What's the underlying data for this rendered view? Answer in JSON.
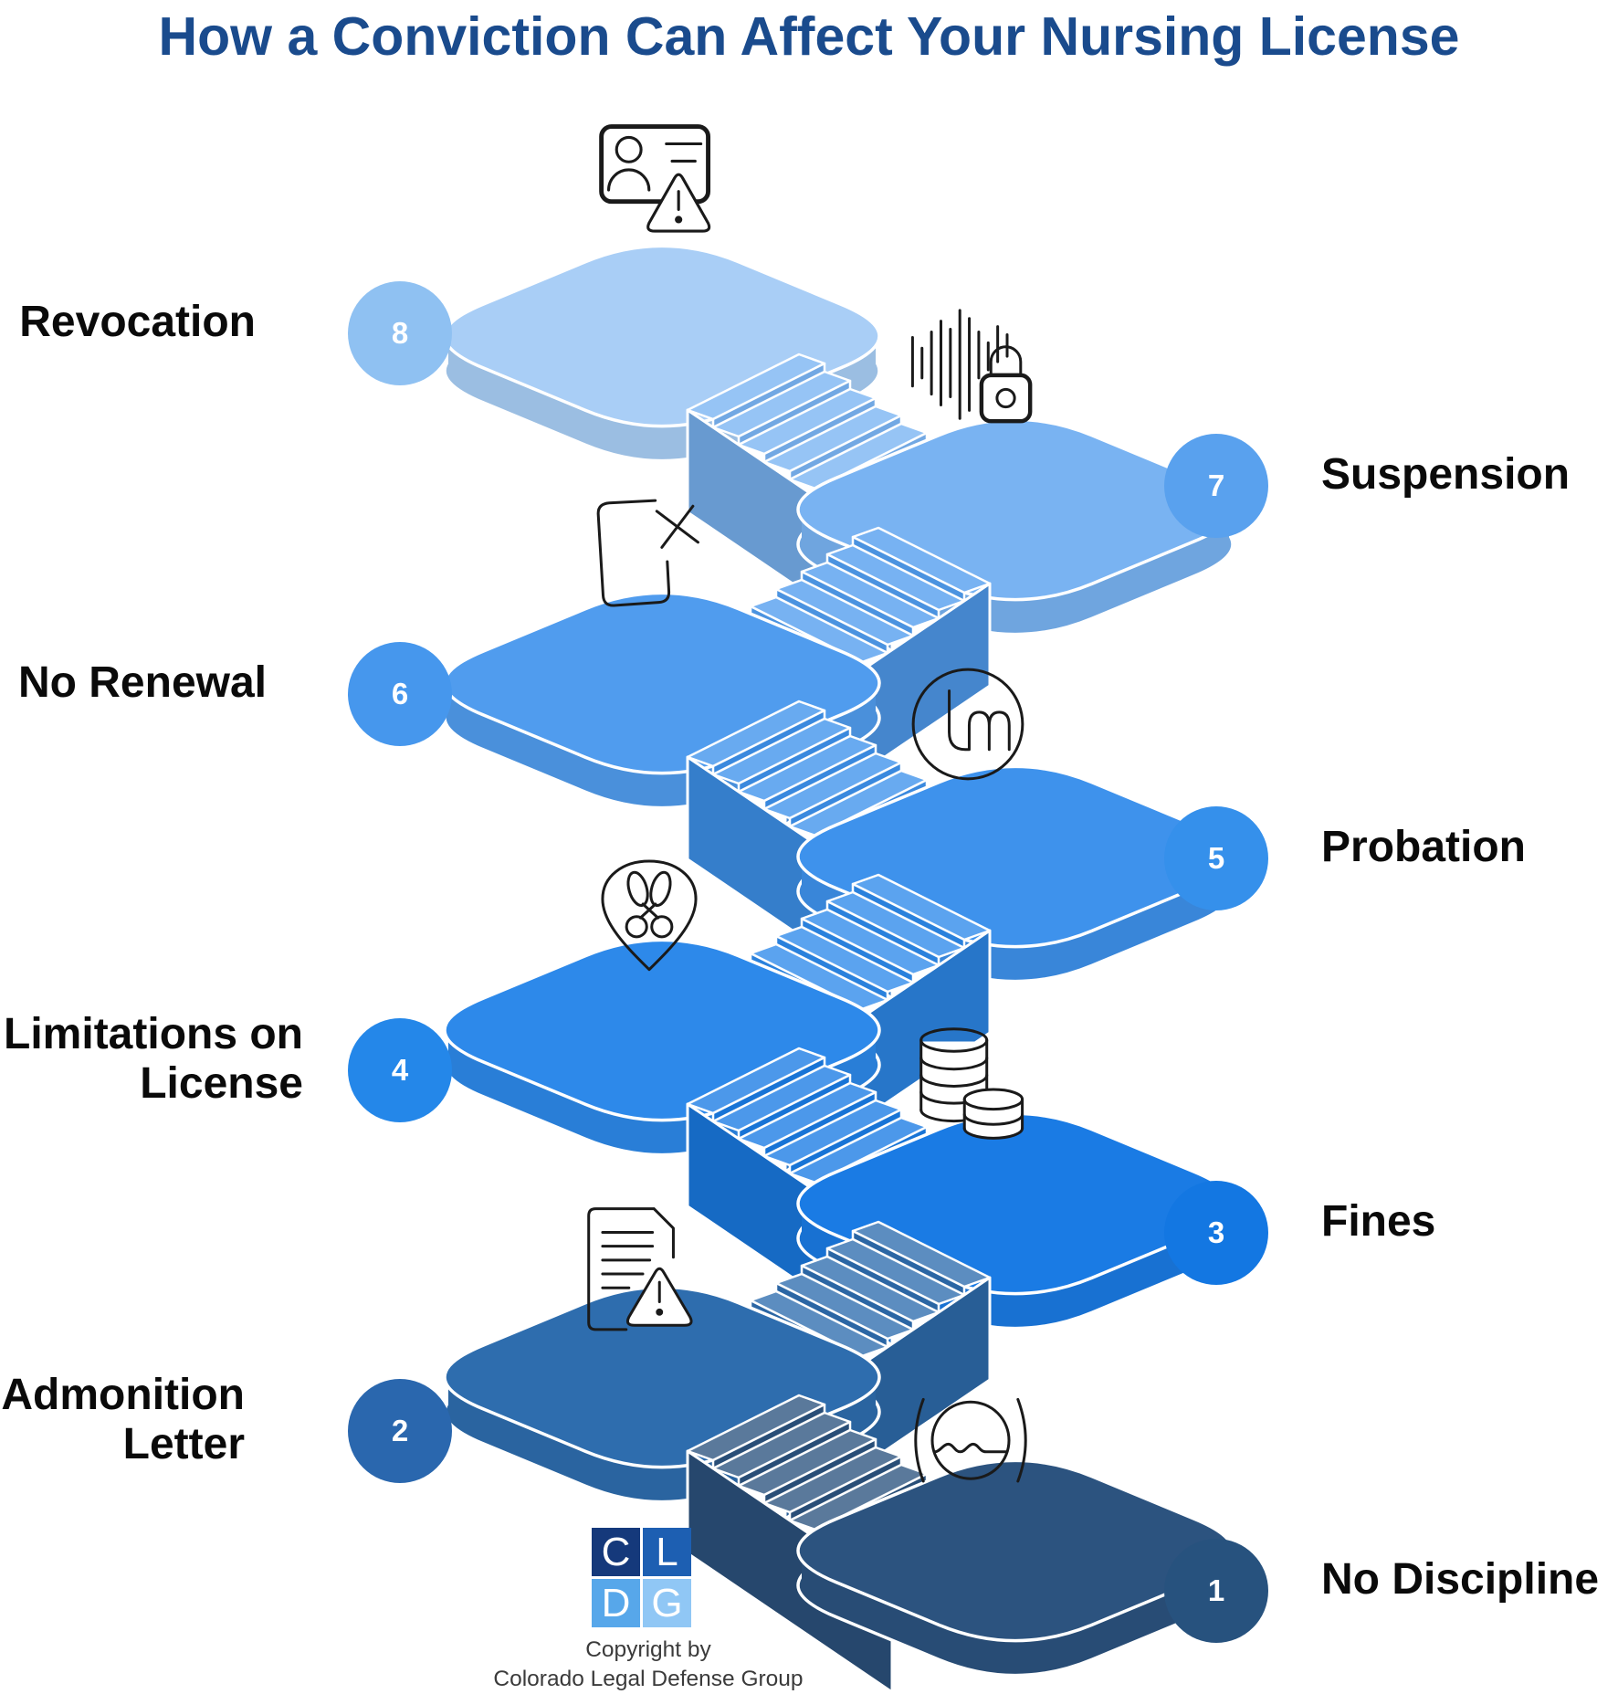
{
  "title": "How a Conviction Can Affect Your Nursing License",
  "title_color": "#1A4B8D",
  "levels": [
    {
      "number": "8",
      "label": "Revocation",
      "side": "left",
      "circle_color": "#8FC1F2",
      "platform_color": "#A9CEF6",
      "icon": "license-warning-icon"
    },
    {
      "number": "7",
      "label": "Suspension",
      "side": "right",
      "circle_color": "#59A1EE",
      "platform_color": "#79B3F2",
      "icon": "voice-lock-icon"
    },
    {
      "number": "6",
      "label": "No Renewal",
      "side": "left",
      "circle_color": "#4697ED",
      "platform_color": "#509CEE",
      "icon": "no-renewal-icon"
    },
    {
      "number": "5",
      "label": "Probation",
      "side": "right",
      "circle_color": "#3590EB",
      "platform_color": "#3E92EC",
      "icon": "probation-icon"
    },
    {
      "number": "4",
      "label": "Limitations on License",
      "side": "left",
      "circle_color": "#2487E9",
      "platform_color": "#2D89EA",
      "icon": "scissors-pin-icon"
    },
    {
      "number": "3",
      "label": "Fines",
      "side": "right",
      "circle_color": "#1377E2",
      "platform_color": "#1A7BE4",
      "icon": "coins-icon"
    },
    {
      "number": "2",
      "label": "Admonition Letter",
      "side": "left",
      "circle_color": "#2A67AE",
      "platform_color": "#2E6DAE",
      "icon": "letter-warning-icon"
    },
    {
      "number": "1",
      "label": "No Discipline",
      "side": "right",
      "circle_color": "#27527E",
      "platform_color": "#2C537F",
      "icon": "no-discipline-icon"
    }
  ],
  "footer": {
    "logo_letters": [
      "C",
      "L",
      "D",
      "G"
    ],
    "logo_colors": [
      "#15397B",
      "#1D5FB2",
      "#57A7EA",
      "#90C7F5"
    ],
    "copyright_line1": "Copyright by",
    "copyright_line2": "Colorado Legal Defense Group"
  }
}
